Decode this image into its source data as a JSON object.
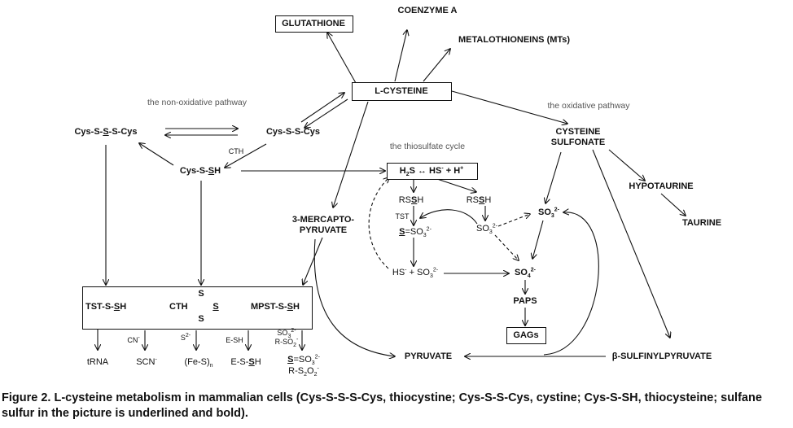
{
  "nodes": {
    "glutathione": "GLUTATHIONE",
    "coenzyme_a": "COENZYME A",
    "metallothioneins": "METALOTHIONEINS (MTs)",
    "l_cysteine": "L-CYSTEINE",
    "cysteine_sulfonate_1": "CYSTEINE",
    "cysteine_sulfonate_2": "SULFONATE",
    "hypotaurine": "HYPOTAURINE",
    "taurine": "TAURINE",
    "cys_sss_cys": [
      "Cys-S-",
      "S",
      "-S-Cys"
    ],
    "cys_ss_cys": "Cys-S-S-Cys",
    "cys_ssh": [
      "Cys-S-",
      "S",
      "H"
    ],
    "cth_small": "CTH",
    "h2s_box": [
      "H",
      "2",
      "S ↔ HS",
      "-",
      " + H",
      "+"
    ],
    "rssh_left": [
      "RS",
      "S",
      "H"
    ],
    "rssh_right": [
      "RS",
      "S",
      "H"
    ],
    "tst_small": "TST",
    "thiosulfate_left": [
      "S",
      "=SO",
      "3",
      "2-"
    ],
    "so3_right": [
      "SO",
      "3",
      "2-"
    ],
    "so3_main": [
      "SO",
      "3",
      "2-"
    ],
    "hs_so3": [
      "HS",
      "-",
      " + SO",
      "3",
      "2-"
    ],
    "so4": [
      "SO",
      "4",
      "2-"
    ],
    "paps": "PAPS",
    "gags": "GAGs",
    "mercaptopyruvate_1": "3-MERCAPTO-",
    "mercaptopyruvate_2": "PYRUVATE",
    "pyruvate": "PYRUVATE",
    "sulfinylpyruvate": "β-SULFINYLPYRUVATE",
    "tst_s_sh": [
      "TST-S-",
      "S",
      "H"
    ],
    "cth_ring_left": "CTH",
    "cth_ring_s_top": "S",
    "cth_ring_s_right": "S",
    "cth_ring_s_bottom": "S",
    "mpst_s_sh": [
      "MPST-S-",
      "S",
      "H"
    ],
    "cn": [
      "CN",
      "-"
    ],
    "s2": [
      "S",
      "2-"
    ],
    "e_sh": "E-SH",
    "so3_r_so2_a": [
      "SO",
      "3",
      "2-"
    ],
    "so3_r_so2_b": [
      "R-SO",
      "2",
      "-"
    ],
    "trna": "tRNA",
    "scn": [
      "SCN",
      "-"
    ],
    "fes": [
      "(Fe-S)",
      "n"
    ],
    "e_s_sh": [
      "E-S-",
      "S",
      "H"
    ],
    "product_thiosulfate": [
      "S",
      "=SO",
      "3",
      "2-"
    ],
    "product_rs2o2": [
      "R-S",
      "2",
      "O",
      "2",
      "-"
    ]
  },
  "labels": {
    "non_oxidative": "the non-oxidative pathway",
    "oxidative": "the oxidative pathway",
    "thiosulfate_cycle": "the thiosulfate cycle"
  },
  "caption": {
    "line1": "Figure 2. L-cysteine metabolism in mammalian cells (Cys-S-S-S-Cys, thiocystine; Cys-S-S-Cys, cystine; Cys-S-SH, thiocysteine; sulfane",
    "line2": "sulfur in the picture is underlined and bold)."
  },
  "colors": {
    "ink": "#111111",
    "label": "#555555",
    "background": "#ffffff"
  }
}
